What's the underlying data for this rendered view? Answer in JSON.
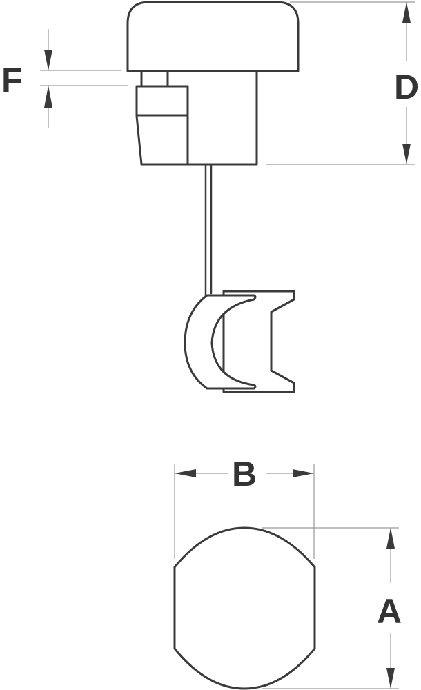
{
  "diagram": {
    "type": "technical-dimension-drawing",
    "colors": {
      "outline": "#3a3a3a",
      "dimension_line": "#9a9a9a",
      "label": "#333333",
      "background": "#ffffff"
    },
    "views": [
      {
        "name": "side-view",
        "parts": [
          "cap",
          "body",
          "side-latch",
          "cable",
          "clip"
        ]
      },
      {
        "name": "bottom-profile-view",
        "parts": [
          "profile-shape"
        ]
      }
    ],
    "dimensions": {
      "F": {
        "label": "F",
        "meaning": "gap between cap and latch"
      },
      "D": {
        "label": "D",
        "meaning": "overall height of cap and body"
      },
      "B": {
        "label": "B",
        "meaning": "width of profile flats"
      },
      "A": {
        "label": "A",
        "meaning": "height of profile"
      }
    }
  }
}
